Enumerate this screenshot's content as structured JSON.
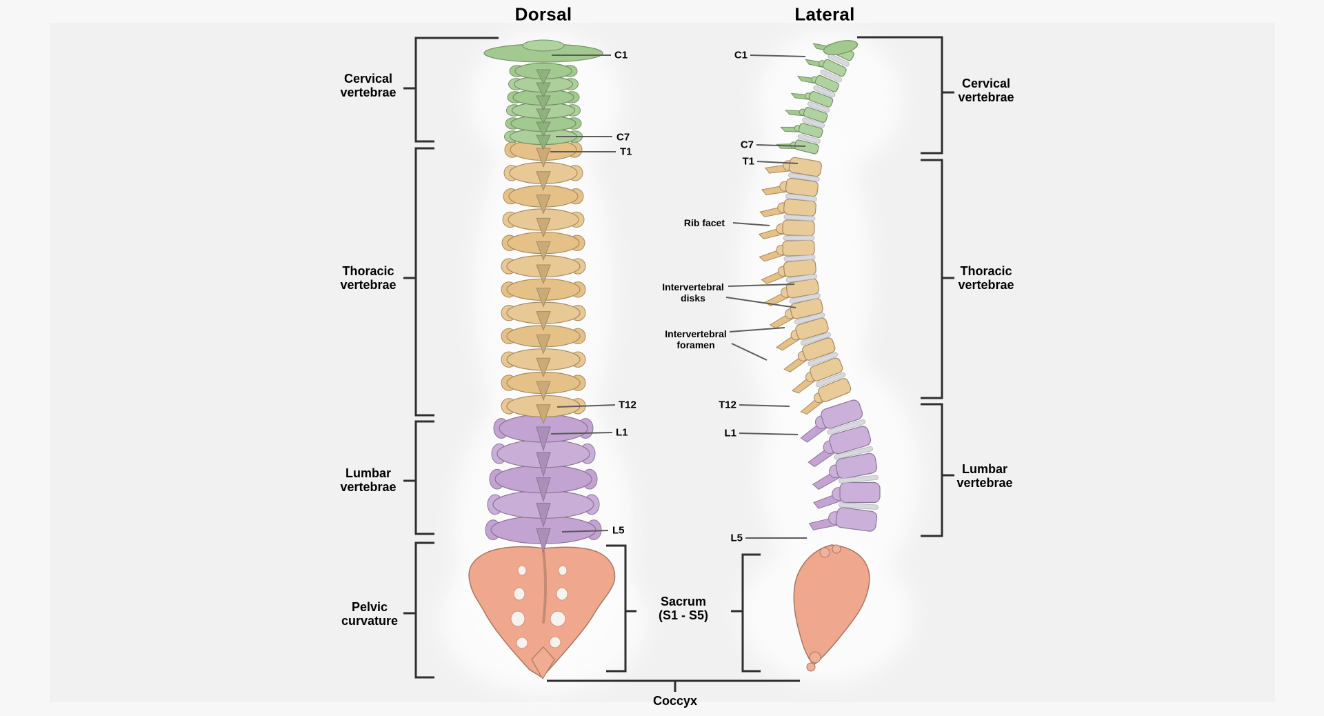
{
  "titles": {
    "dorsal": "Dorsal",
    "lateral": "Lateral"
  },
  "left_labels": [
    {
      "line1": "Cervical",
      "line2": "vertebrae"
    },
    {
      "line1": "Thoracic",
      "line2": "vertebrae"
    },
    {
      "line1": "Lumbar",
      "line2": "vertebrae"
    },
    {
      "line1": "Pelvic",
      "line2": "curvature"
    }
  ],
  "right_labels": [
    {
      "line1": "Cervical",
      "line2": "vertebrae"
    },
    {
      "line1": "Thoracic",
      "line2": "vertebrae"
    },
    {
      "line1": "Lumbar",
      "line2": "vertebrae"
    }
  ],
  "dorsal_markers": {
    "c1": "C1",
    "c7": "C7",
    "t1": "T1",
    "t12": "T12",
    "l1": "L1",
    "l5": "L5"
  },
  "lateral_markers": {
    "c1": "C1",
    "c7": "C7",
    "t1": "T1",
    "t12": "T12",
    "l1": "L1",
    "l5": "L5",
    "rib_facet": "Rib facet",
    "disks": {
      "line1": "Intervertebral",
      "line2": "disks"
    },
    "foramen": {
      "line1": "Intervertebral",
      "line2": "foramen"
    }
  },
  "sacrum_label": {
    "line1": "Sacrum",
    "line2": "(S1 - S5)"
  },
  "coccyx_label": "Coccyx",
  "colors": {
    "cervical": "#a2c98f",
    "thoracic": "#e5c187",
    "lumbar": "#c2a3d2",
    "sacrum": "#efa88d",
    "disk": "#d8d9df",
    "bracket": "#2e2e2e",
    "leader": "#5a5a5a",
    "background": "#f1f1f2",
    "canvas": "#f7f7f8",
    "text": "#000000"
  }
}
